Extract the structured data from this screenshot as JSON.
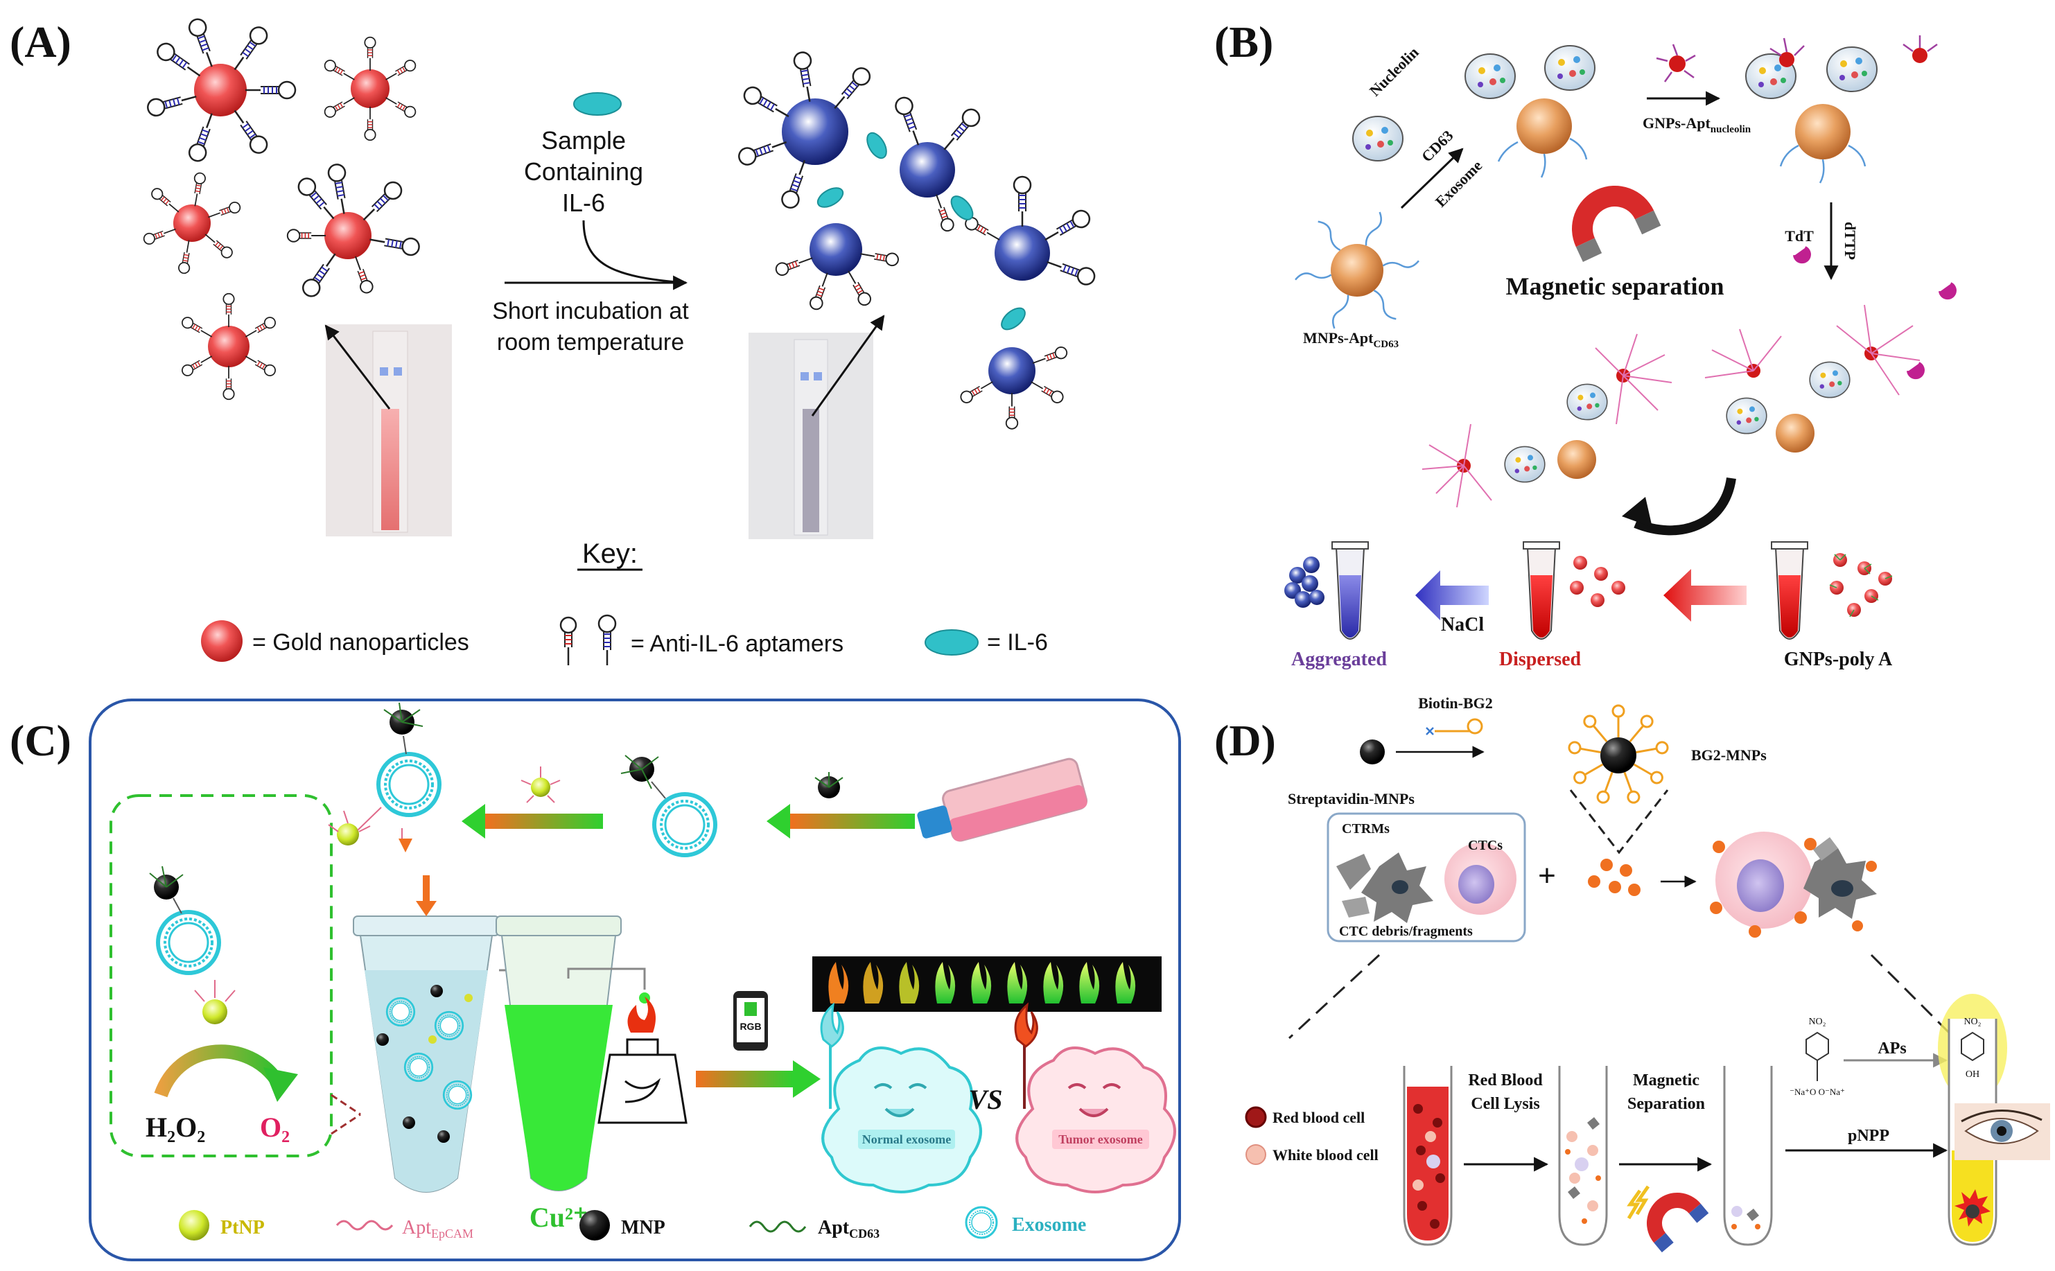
{
  "panels": {
    "a": {
      "label": "(A)",
      "sample_line1": "Sample",
      "sample_line2": "Containing",
      "sample_line3": "IL-6",
      "incubation_line1": "Short incubation at",
      "incubation_line2": "room temperature",
      "key_title": "Key:",
      "key_gold": "= Gold nanoparticles",
      "key_aptamers": "=  Anti-IL-6 aptamers",
      "key_il6": "= IL-6"
    },
    "b": {
      "label": "(B)",
      "nucleolin": "Nucleolin",
      "cd63": "CD63",
      "exosome": "Exosome",
      "gnps_apt_nucleolin": "GNPs-Apt",
      "gnps_apt_nucleolin_sub": "nucleolin",
      "tdt": "TdT",
      "dttp": "dTTP",
      "magnetic_separation": "Magnetic separation",
      "mnps_apt": "MNPs-Apt",
      "mnps_apt_sub": "CD63",
      "nacl": "NaCl",
      "aggregated": "Aggregated",
      "dispersed": "Dispersed",
      "gnps_poly_a": "GNPs-poly A"
    },
    "c": {
      "label": "(C)",
      "h2o2": "H₂O₂",
      "o2": "O₂",
      "cu2": "Cu²⁺",
      "rgb": "RGB",
      "vs": "VS",
      "normal_exosome": "Normal exosome",
      "tumor_exosome": "Tumor exosome",
      "legend_ptnp": "PtNP",
      "legend_apt_epcam": "Apt",
      "legend_apt_epcam_sub": "EpCAM",
      "legend_mnp": "MNP",
      "legend_apt_cd63": "Apt",
      "legend_apt_cd63_sub": "CD63",
      "legend_exosome": "Exosome"
    },
    "d": {
      "label": "(D)",
      "biotin_bg2": "Biotin-BG2",
      "bg2_mnps": "BG2-MNPs",
      "streptavidin_mnps": "Streptavidin-MNPs",
      "ctrms": "CTRMs",
      "ctcs": "CTCs",
      "ctc_debris": "CTC debris/fragments",
      "plus": "+",
      "red_blood_cell": "Red blood cell",
      "white_blood_cell": "White blood cell",
      "rbc_lysis_line1": "Red Blood",
      "rbc_lysis_line2": "Cell Lysis",
      "mag_sep_line1": "Magnetic",
      "mag_sep_line2": "Separation",
      "aps": "APs",
      "pnpp": "pNPP",
      "no2": "NO₂",
      "oh": "OH",
      "phosphate": "⁻Na⁺O  O⁻Na⁺"
    }
  },
  "colors": {
    "gold_red": "#e84b4b",
    "aggregated_blue": "#1f3b8f",
    "frame_blue": "#2a56a8",
    "green_arrow": "#3ccf3c",
    "aggregated_text": "#6a3e9a",
    "dispersed_text": "#c82020",
    "ptnp_text": "#c9b800",
    "apt_epcam_text": "#e06a8a",
    "apt_cd63_text": "#2a7a2a",
    "exosome_text": "#2bb0c0"
  }
}
